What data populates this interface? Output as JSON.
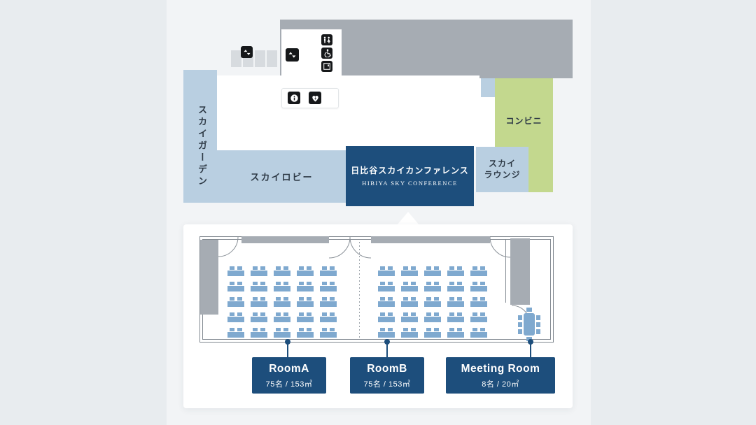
{
  "map": {
    "areas": {
      "sky_garden": {
        "label": "スカイガーデン"
      },
      "sky_lobby": {
        "label": "スカイロビー"
      },
      "conference": {
        "label_jp": "日比谷スカイカンファレンス",
        "label_en": "HIBIYA SKY CONFERENCE"
      },
      "convenience_store": {
        "label": "コンビニ"
      },
      "sky_lounge": {
        "label_line1": "スカイ",
        "label_line2": "ラウンジ"
      }
    },
    "icons": {
      "elevator": "elevator-up-down-arrows",
      "restroom": "restroom-man-woman",
      "accessible": "wheelchair-accessible",
      "coin_locker": "coin-locker",
      "info": "information",
      "aed": "aed-heart"
    }
  },
  "detail_card": {
    "rooms": [
      {
        "name": "RoomA",
        "spec": "75名 / 153㎡"
      },
      {
        "name": "RoomB",
        "spec": "75名 / 153㎡"
      },
      {
        "name": "Meeting Room",
        "spec": "8名 / 20㎡"
      }
    ],
    "seat_grid": {
      "rows": 5,
      "cols": 5
    },
    "meeting_room_seats": 8
  },
  "colors": {
    "page_bg": "#e8ecef",
    "panel_bg": "#f2f4f6",
    "navy": "#1d4e7c",
    "light_blue": "#b9cfe1",
    "green": "#c3d88e",
    "building_gray": "#a6acb3",
    "locker_gray": "#d7dbdf",
    "seat_blue": "#7fa9cf",
    "text_dark": "#2e3a46",
    "wall_line": "#818890"
  }
}
